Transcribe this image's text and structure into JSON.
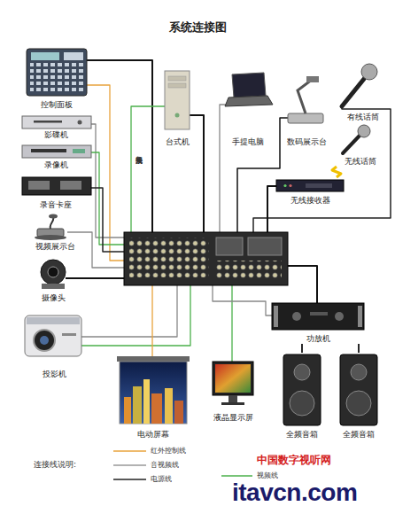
{
  "diagram": {
    "title": "系统连接图",
    "nodes": [
      {
        "text": [
          "控制面板"
        ]
      },
      {
        "text": [
          "台式机"
        ]
      },
      {
        "text": [
          "手提电脑"
        ]
      },
      {
        "text": [
          "数码展示台"
        ]
      },
      {
        "text": [
          "有线话筒"
        ]
      },
      {
        "text": [
          "影碟机"
        ]
      },
      {
        "text": [
          "录像机"
        ]
      },
      {
        "text": [
          "无线话筒"
        ]
      },
      {
        "text": [
          "录音卡座"
        ]
      },
      {
        "text": [
          "无线接收器"
        ]
      },
      {
        "text": [
          "视频展示台"
        ]
      },
      {
        "text": [
          "摄像头"
        ]
      },
      {
        "text": [
          "功放机"
        ]
      },
      {
        "text": [
          "投影机"
        ]
      },
      {
        "text": [
          "电动屏幕"
        ]
      },
      {
        "text": [
          "液晶显示屏"
        ]
      },
      {
        "text": [
          "全频音箱"
        ]
      },
      {
        "text": [
          "全频音箱"
        ]
      }
    ],
    "edges": [
      {
        "from": 7,
        "to": 9,
        "arrow": "none"
      },
      {
        "from": 12,
        "to": 16,
        "arrow": "none"
      },
      {
        "from": 12,
        "to": 17,
        "arrow": "none"
      }
    ],
    "labels": [
      "接入视频采集卡",
      "连接线说明:",
      "中国数字视听网",
      "itavcn.com"
    ],
    "legend": [
      {
        "text": "红外控制线"
      },
      {
        "text": "音视频线"
      },
      {
        "text": "电源线"
      },
      {
        "text": "视频线"
      }
    ]
  }
}
